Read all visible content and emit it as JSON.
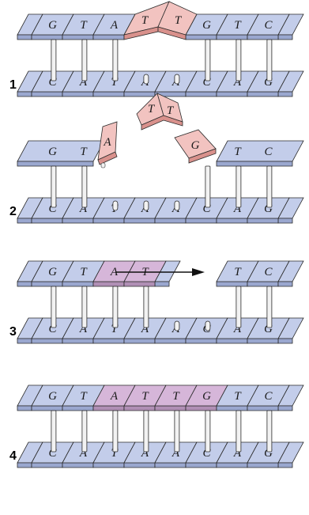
{
  "colors": {
    "strand": "#c3cdea",
    "strand_edge": "#2b2b2b",
    "strand_side": "#9aa7cf",
    "damaged": "#f2c3c0",
    "damaged_side": "#d9918c",
    "repaired": "#d6b6d9",
    "repaired_side": "#b08fb5",
    "rung": "#f2f2f2"
  },
  "steps": [
    {
      "label": "1",
      "top": [
        "G",
        "T",
        "A",
        "T",
        "T",
        "G",
        "T",
        "C"
      ],
      "bottom": [
        "C",
        "A",
        "T",
        "A",
        "A",
        "C",
        "A",
        "G"
      ],
      "top_colors": [
        "strand",
        "strand",
        "strand",
        "damaged",
        "damaged",
        "strand",
        "strand",
        "strand"
      ],
      "icon": "thymine-dimer-icon"
    },
    {
      "label": "2",
      "top": [
        "G",
        "T",
        "A",
        "T",
        "T",
        "G",
        "T",
        "C"
      ],
      "bottom": [
        "C",
        "A",
        "T",
        "A",
        "A",
        "C",
        "A",
        "G"
      ],
      "excised_fragment": [
        "A",
        "T",
        "T",
        "G"
      ],
      "icon": "excision-icon"
    },
    {
      "label": "3",
      "top": [
        "G",
        "T",
        "A",
        "T",
        "T",
        "C"
      ],
      "bottom": [
        "C",
        "A",
        "T",
        "A",
        "A",
        "C",
        "A",
        "G"
      ],
      "repaired": [
        "A",
        "T"
      ],
      "icon": "synthesis-arrow-icon"
    },
    {
      "label": "4",
      "top": [
        "G",
        "T",
        "A",
        "T",
        "T",
        "G",
        "T",
        "C"
      ],
      "bottom": [
        "C",
        "A",
        "T",
        "A",
        "A",
        "C",
        "A",
        "G"
      ],
      "top_colors": [
        "strand",
        "strand",
        "repaired",
        "repaired",
        "repaired",
        "repaired",
        "strand",
        "strand"
      ],
      "icon": "ligation-icon"
    }
  ]
}
